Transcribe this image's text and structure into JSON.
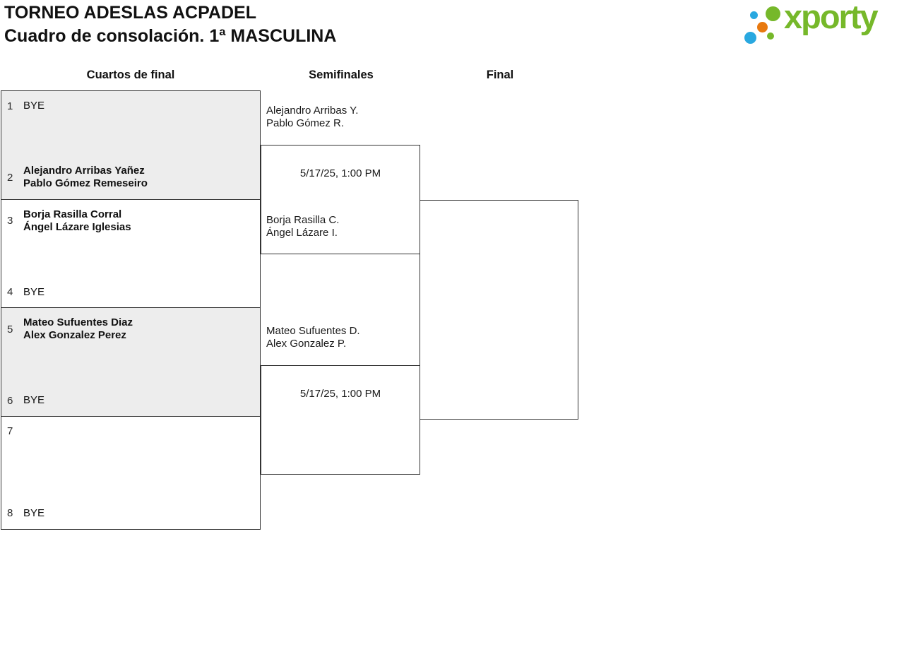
{
  "header": {
    "title_line1": "TORNEO ADESLAS ACPADEL",
    "title_line2": "Cuadro de consolación. 1ª MASCULINA",
    "logo_text": "xporty"
  },
  "columns": {
    "quarterfinals": "Cuartos de final",
    "semifinals": "Semifinales",
    "final": "Final"
  },
  "bracket": {
    "quarterfinals": [
      {
        "shaded": true,
        "slots": [
          {
            "seed": "1",
            "line1": "BYE",
            "line2": "",
            "is_team": false
          },
          {
            "seed": "2",
            "line1": "Alejandro Arribas Yañez",
            "line2": "Pablo Gómez Remeseiro",
            "is_team": true
          }
        ]
      },
      {
        "shaded": false,
        "slots": [
          {
            "seed": "3",
            "line1": "Borja Rasilla Corral",
            "line2": "Ángel Lázare Iglesias",
            "is_team": true
          },
          {
            "seed": "4",
            "line1": "BYE",
            "line2": "",
            "is_team": false
          }
        ]
      },
      {
        "shaded": true,
        "slots": [
          {
            "seed": "5",
            "line1": "Mateo Sufuentes Diaz",
            "line2": "Alex Gonzalez Perez",
            "is_team": true
          },
          {
            "seed": "6",
            "line1": "BYE",
            "line2": "",
            "is_team": false
          }
        ]
      },
      {
        "shaded": false,
        "slots": [
          {
            "seed": "7",
            "line1": "",
            "line2": "",
            "is_team": false
          },
          {
            "seed": "8",
            "line1": "BYE",
            "line2": "",
            "is_team": false
          }
        ]
      }
    ],
    "semifinals": [
      {
        "team1_line1": "Alejandro Arribas Y.",
        "team1_line2": "Pablo Gómez R.",
        "datetime": "5/17/25, 1:00 PM",
        "team2_line1": "Borja Rasilla C.",
        "team2_line2": "Ángel Lázare I."
      },
      {
        "team1_line1": "Mateo Sufuentes D.",
        "team1_line2": "Alex Gonzalez P.",
        "datetime": "5/17/25, 1:00 PM",
        "team2_line1": "",
        "team2_line2": ""
      }
    ]
  },
  "colors": {
    "logo_green": "#76b82a",
    "logo_blue": "#29a8e0",
    "logo_orange": "#e8790f",
    "border": "#333333",
    "shaded_bg": "#ededed"
  }
}
